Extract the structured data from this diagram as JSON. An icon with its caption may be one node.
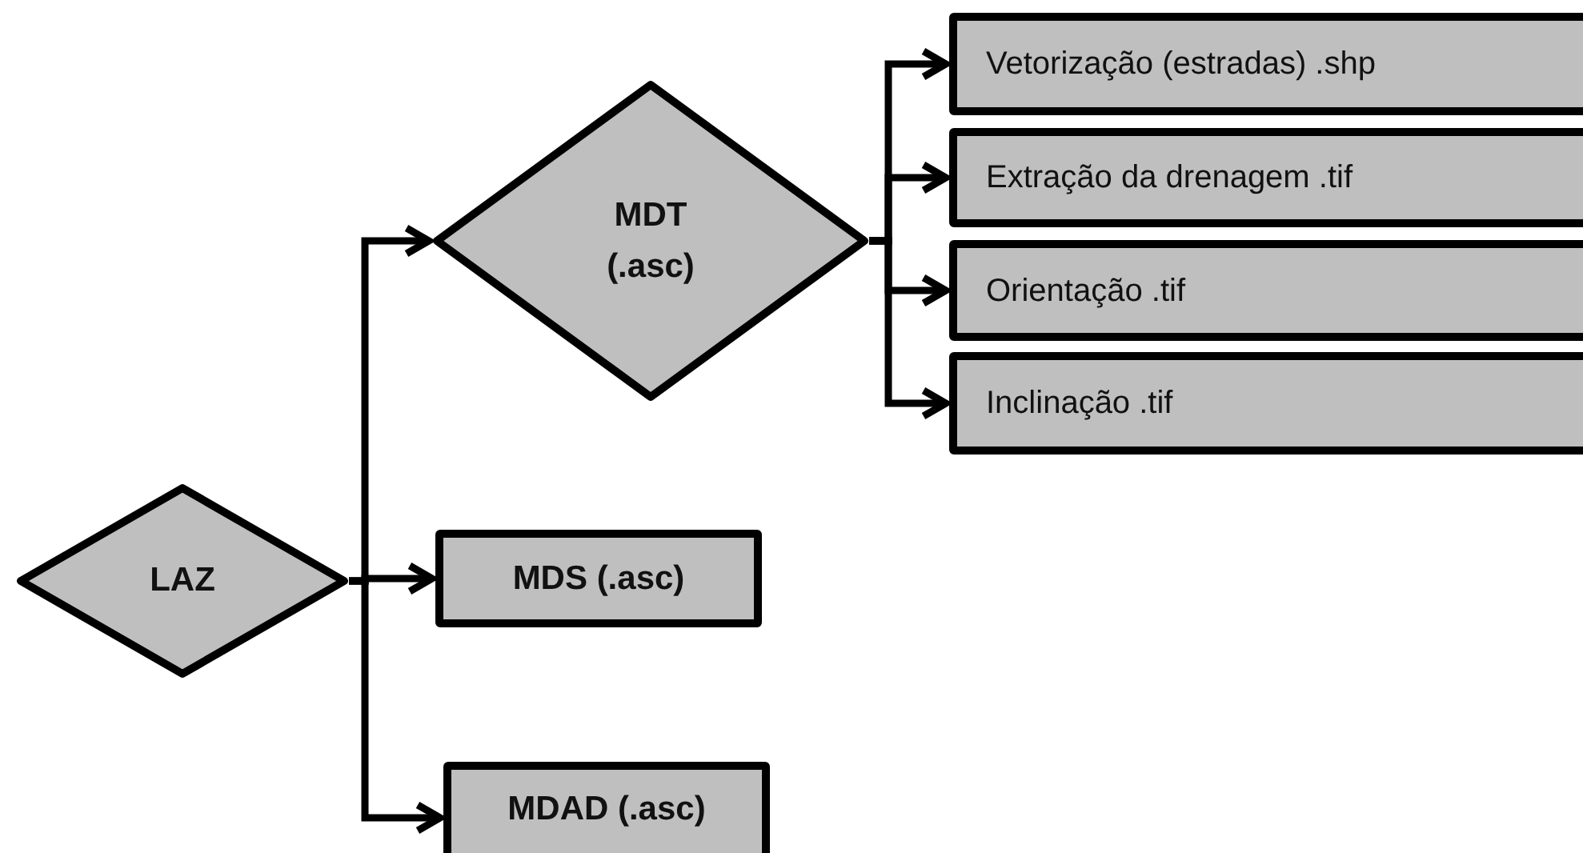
{
  "diagram": {
    "nodes": [
      {
        "text": [
          "LAZ"
        ]
      },
      {
        "text": [
          "MDT (.asc)"
        ]
      },
      {
        "text": [
          "Vetorização (estradas) .shp"
        ]
      },
      {
        "text": [
          "Extração da drenagem .tif"
        ]
      },
      {
        "text": [
          "Orientação .tif"
        ]
      },
      {
        "text": [
          "Inclinação .tif"
        ]
      },
      {
        "text": [
          "MDS (.asc)"
        ]
      },
      {
        "text": [
          "MDAD (.asc)"
        ]
      }
    ],
    "edges": [
      {
        "from": 0,
        "to": 1,
        "arrow": "to"
      },
      {
        "from": 0,
        "to": 6,
        "arrow": "to"
      },
      {
        "from": 0,
        "to": 7,
        "arrow": "to"
      },
      {
        "from": 1,
        "to": 2,
        "arrow": "to"
      },
      {
        "from": 1,
        "to": 3,
        "arrow": "to"
      },
      {
        "from": 1,
        "to": 4,
        "arrow": "to"
      },
      {
        "from": 1,
        "to": 5,
        "arrow": "to"
      }
    ]
  }
}
